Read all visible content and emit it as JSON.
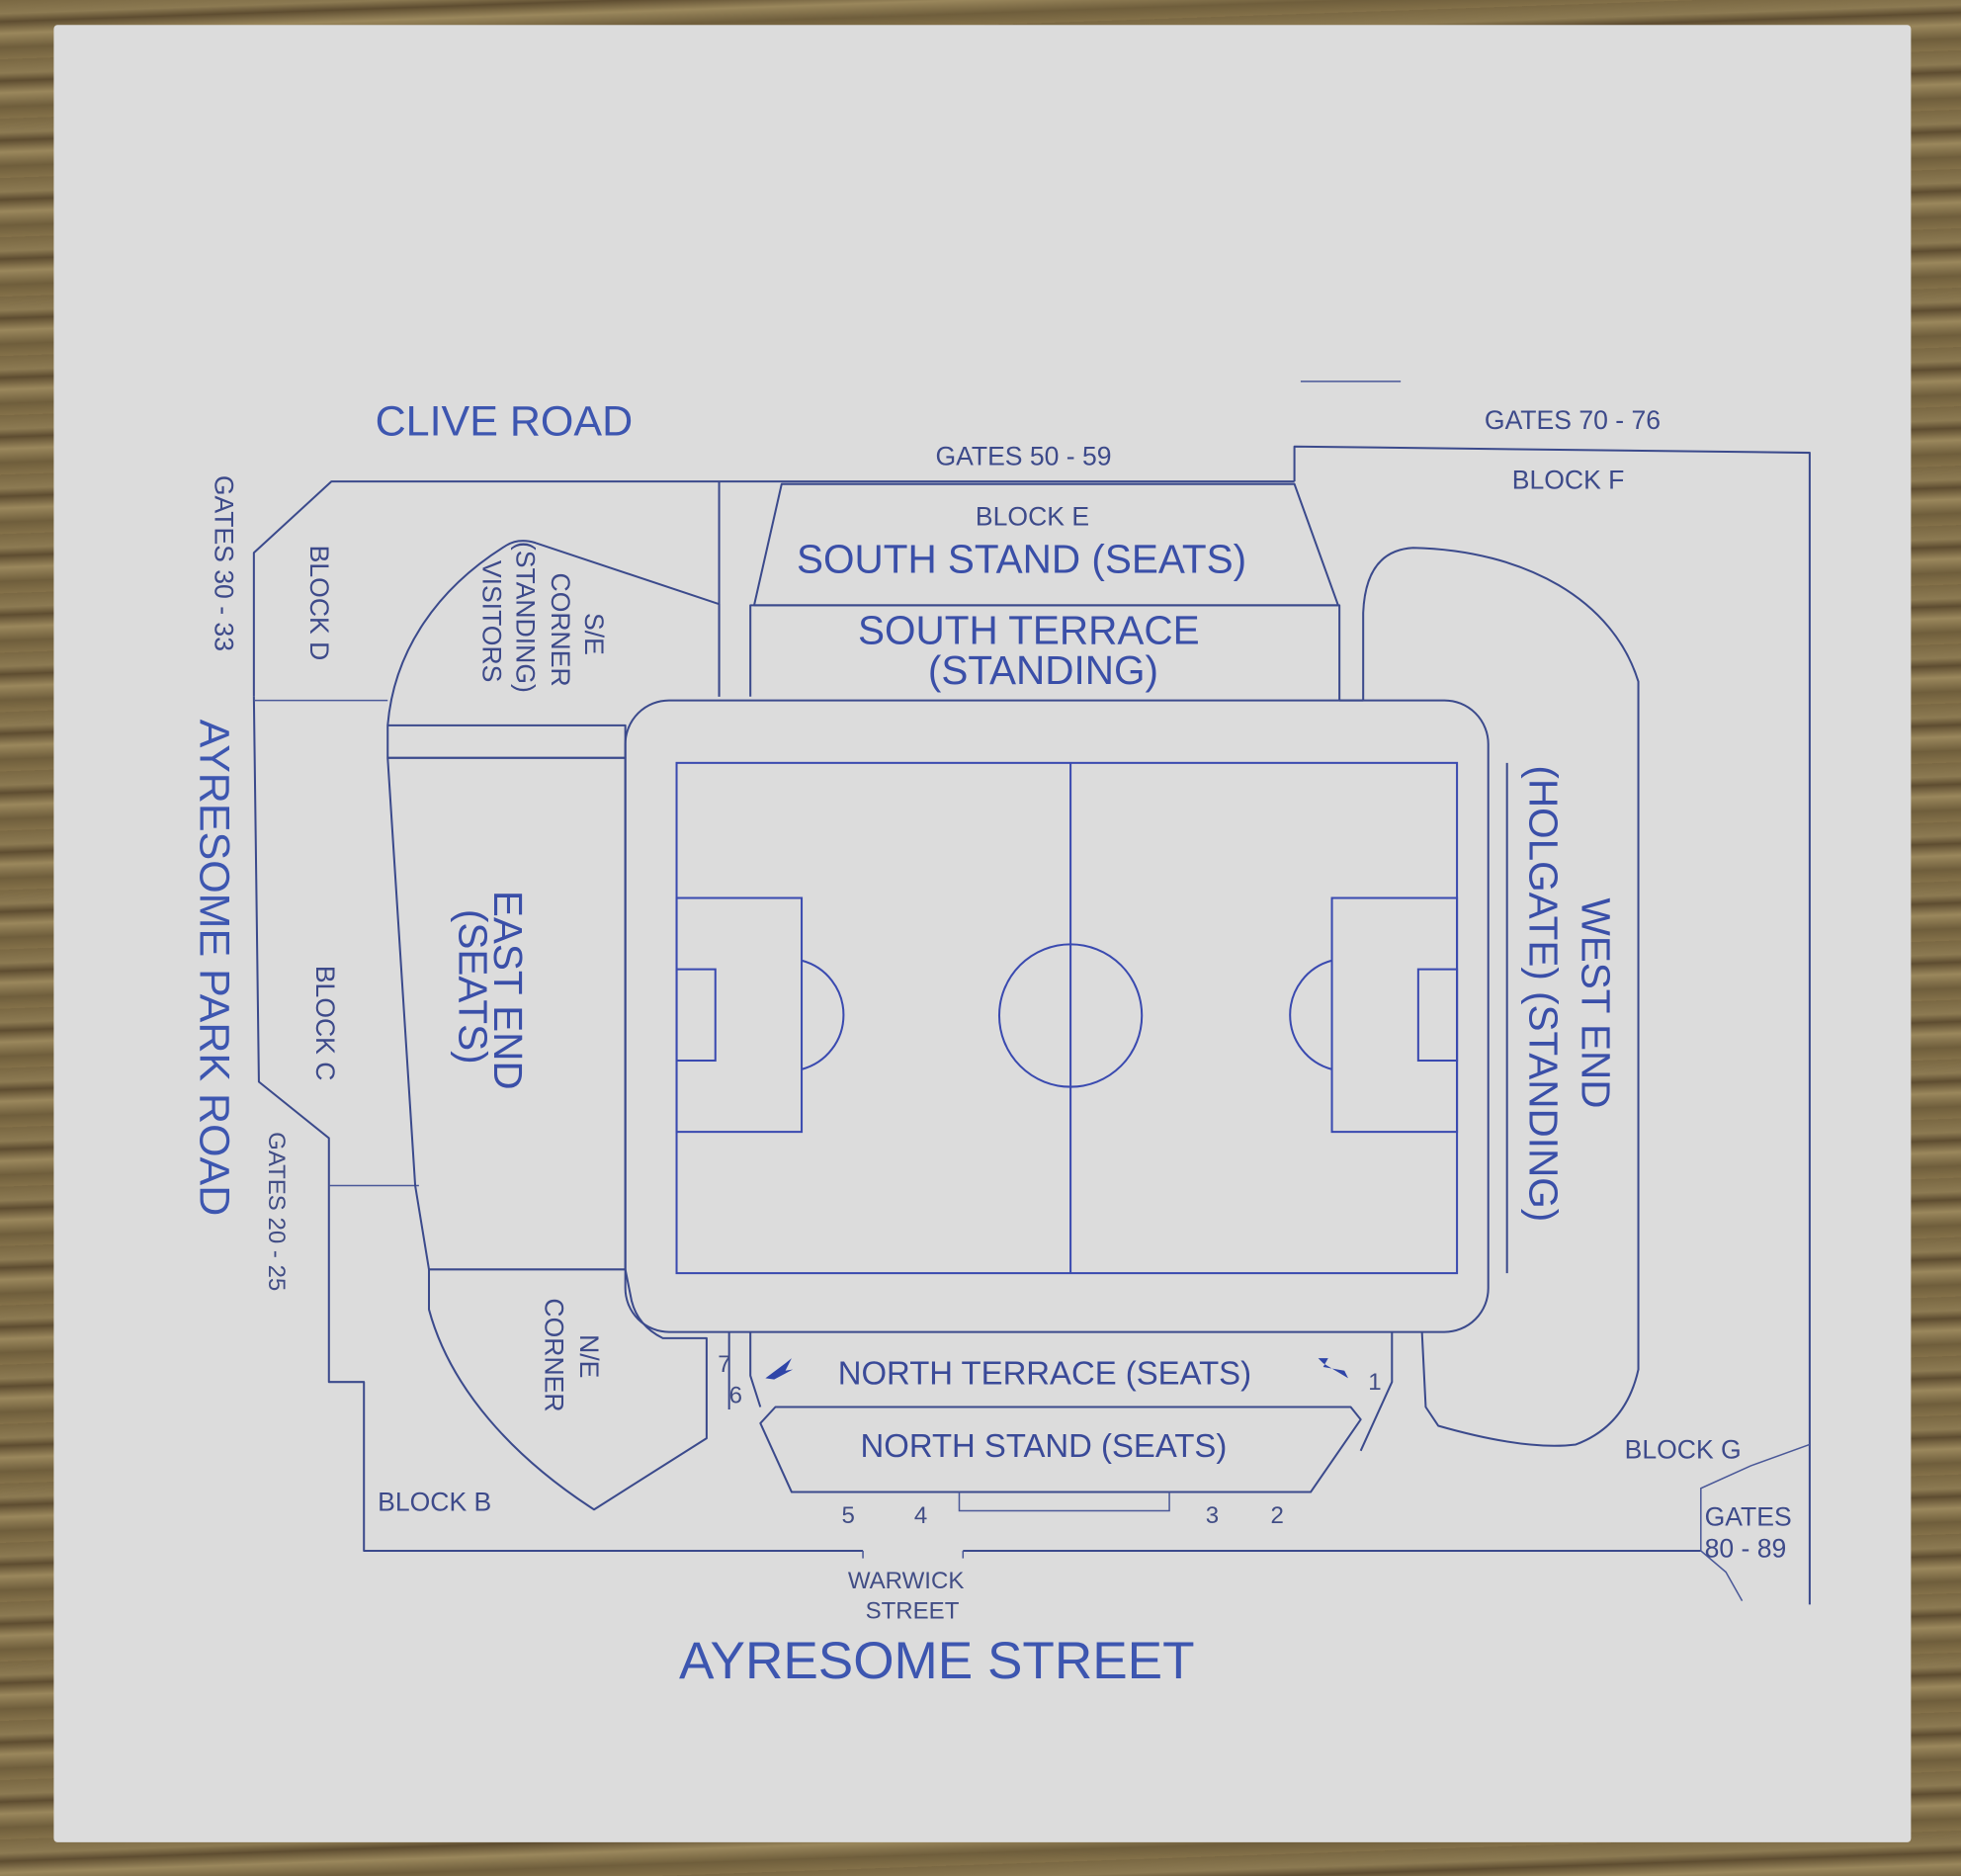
{
  "map": {
    "title": "Ayresome Park stadium plan",
    "roads": {
      "north_top": "CLIVE ROAD",
      "west_side": "AYRESOME PARK ROAD",
      "bottom": "AYRESOME STREET",
      "warwick_line1": "WARWICK",
      "warwick_line2": "STREET"
    },
    "gates": {
      "g50_59": "GATES 50 - 59",
      "g70_76": "GATES 70 - 76",
      "g30_33": "GATES 30 - 33",
      "g20_25": "GATES 20 - 25",
      "g80_89_line1": "GATES",
      "g80_89_line2": "80 - 89"
    },
    "blocks": {
      "b": "BLOCK B",
      "c": "BLOCK C",
      "d": "BLOCK D",
      "e": "BLOCK E",
      "f": "BLOCK F",
      "g": "BLOCK G"
    },
    "stands": {
      "south_stand": "SOUTH STAND (SEATS)",
      "south_terrace_line1": "SOUTH TERRACE",
      "south_terrace_line2": "(STANDING)",
      "east_end_line1": "EAST END",
      "east_end_line2": "(SEATS)",
      "west_end_line1": "WEST END",
      "west_end_line2": "(HOLGATE) (STANDING)",
      "north_terrace": "NORTH TERRACE (SEATS)",
      "north_stand": "NORTH STAND (SEATS)",
      "se_corner_line1": "S/E",
      "se_corner_line2": "CORNER",
      "se_corner_line3": "(STANDING)",
      "se_corner_line4": "VISITORS",
      "ne_corner_line1": "N/E",
      "ne_corner_line2": "CORNER"
    },
    "entrance_numbers": {
      "n1": "1",
      "n2": "2",
      "n3": "3",
      "n4": "4",
      "n5": "5",
      "n6": "6",
      "n7": "7"
    },
    "colors": {
      "ink": "#3b4f9e",
      "paper": "#dcdcdc",
      "wood": "#7a6843"
    }
  }
}
